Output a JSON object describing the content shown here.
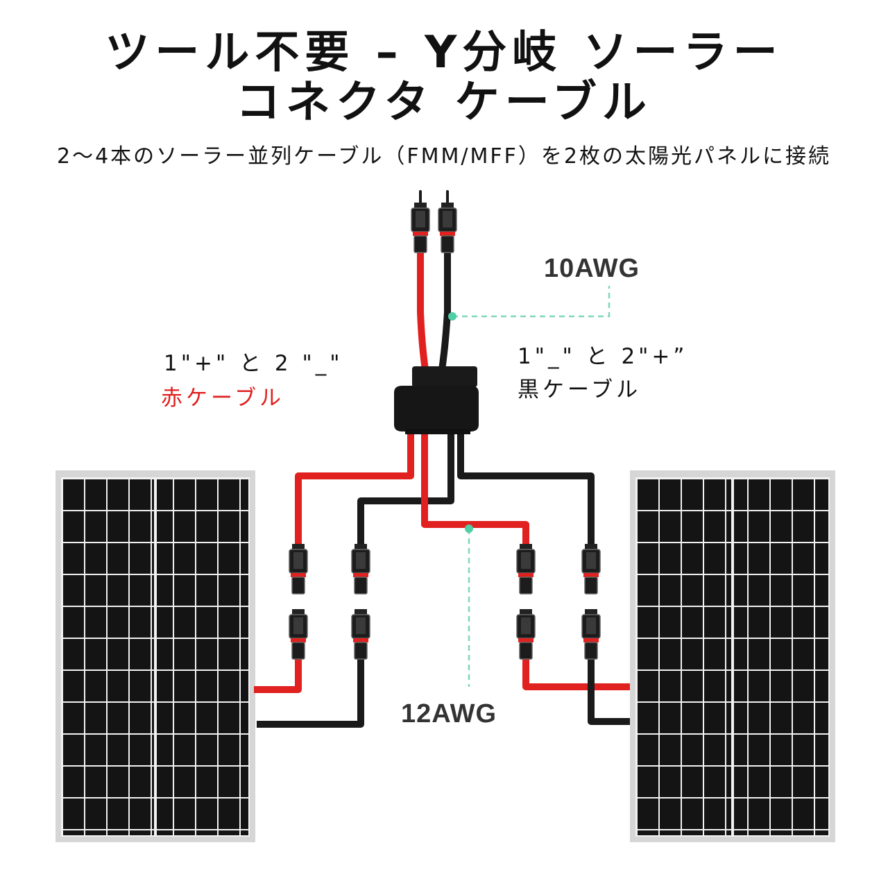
{
  "title": {
    "line1": "ツール不要 – Y分岐 ソーラー",
    "line2": "コネクタ ケーブル"
  },
  "subtitle": "2～4本のソーラー並列ケーブル（FMM/MFF）を2枚の太陽光パネルに接続",
  "labels": {
    "awg10": "10AWG",
    "awg12": "12AWG",
    "left_note": "1\"+\" と 2 \"_\"",
    "left_cable": "赤ケーブル",
    "right_note": "1\"_\" と 2\"+”",
    "right_cable": "黒ケーブル"
  },
  "colors": {
    "red_wire": "#e0211f",
    "black_wire": "#1a1a1a",
    "panel_cell": "#141414",
    "panel_frame": "#d6d6d6",
    "leader_line": "#7fd6bd"
  },
  "icons": [
    "solar-panel-icon",
    "mc4-connector-icon",
    "y-branch-hub-icon"
  ]
}
